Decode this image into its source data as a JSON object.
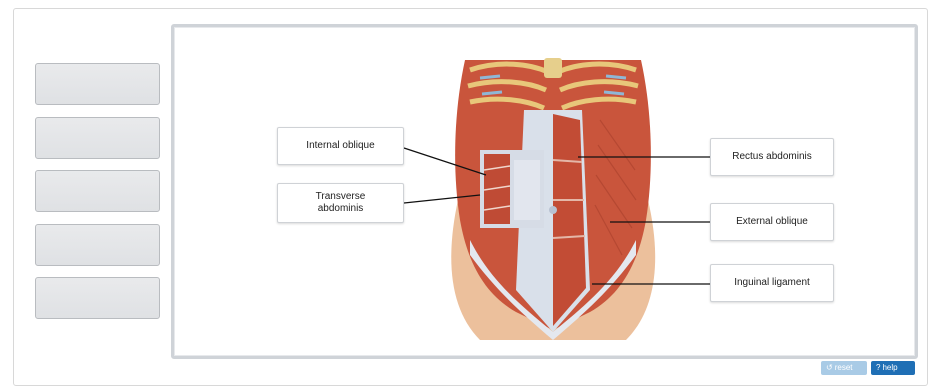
{
  "labels": {
    "internal_oblique": "Internal oblique",
    "transverse_abdominis": "Transverse\nabdominis",
    "rectus_abdominis": "Rectus abdominis",
    "external_oblique": "External oblique",
    "inguinal_ligament": "Inguinal ligament"
  },
  "buttons": {
    "reset_label": "reset",
    "help_label": "help",
    "reset_icon": "reset-arrow-icon",
    "help_icon": "question-mark-icon"
  },
  "colors": {
    "muscle": "#c8523a",
    "skin": "#e9b893",
    "help_button": "#1f6fb5"
  }
}
